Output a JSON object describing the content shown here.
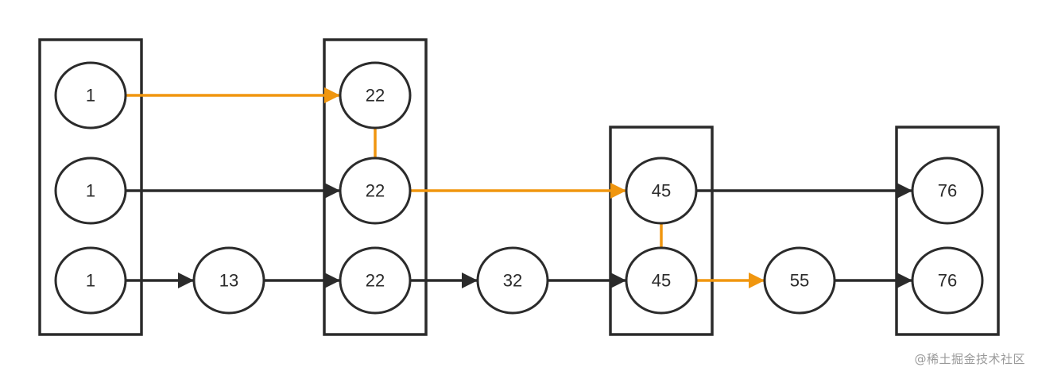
{
  "colors": {
    "normal_edge": "#2b2b2b",
    "search_path": "#f0960f",
    "node_stroke": "#2b2b2b",
    "background": "#ffffff"
  },
  "nodes": [
    {
      "id": "n1a",
      "label": "1"
    },
    {
      "id": "n1b",
      "label": "1"
    },
    {
      "id": "n1c",
      "label": "1"
    },
    {
      "id": "n13",
      "label": "13"
    },
    {
      "id": "n22a",
      "label": "22"
    },
    {
      "id": "n22b",
      "label": "22"
    },
    {
      "id": "n22c",
      "label": "22"
    },
    {
      "id": "n32",
      "label": "32"
    },
    {
      "id": "n45a",
      "label": "45"
    },
    {
      "id": "n45b",
      "label": "45"
    },
    {
      "id": "n55",
      "label": "55"
    },
    {
      "id": "n76a",
      "label": "76"
    },
    {
      "id": "n76b",
      "label": "76"
    }
  ],
  "groups": [
    {
      "id": "g1",
      "members": [
        "n1a",
        "n1b",
        "n1c"
      ]
    },
    {
      "id": "g22",
      "members": [
        "n22a",
        "n22b",
        "n22c"
      ]
    },
    {
      "id": "g45",
      "members": [
        "n45a",
        "n45b"
      ]
    },
    {
      "id": "g76",
      "members": [
        "n76a",
        "n76b"
      ]
    }
  ],
  "edges": [
    {
      "from": "n1a",
      "to": "n22a",
      "style": "search_path",
      "arrow": true
    },
    {
      "from": "n22a",
      "to": "n22b",
      "style": "search_path",
      "arrow": false
    },
    {
      "from": "n1b",
      "to": "n22b",
      "style": "normal_edge",
      "arrow": true
    },
    {
      "from": "n22b",
      "to": "n45a",
      "style": "search_path",
      "arrow": true
    },
    {
      "from": "n45a",
      "to": "n76a",
      "style": "normal_edge",
      "arrow": true
    },
    {
      "from": "n45a",
      "to": "n45b",
      "style": "search_path",
      "arrow": false
    },
    {
      "from": "n1c",
      "to": "n13",
      "style": "normal_edge",
      "arrow": true
    },
    {
      "from": "n13",
      "to": "n22c",
      "style": "normal_edge",
      "arrow": true
    },
    {
      "from": "n22c",
      "to": "n32",
      "style": "normal_edge",
      "arrow": true
    },
    {
      "from": "n32",
      "to": "n45b",
      "style": "normal_edge",
      "arrow": true
    },
    {
      "from": "n45b",
      "to": "n55",
      "style": "search_path",
      "arrow": true
    },
    {
      "from": "n55",
      "to": "n76b",
      "style": "normal_edge",
      "arrow": true
    }
  ],
  "watermark": "@稀土掘金技术社区"
}
